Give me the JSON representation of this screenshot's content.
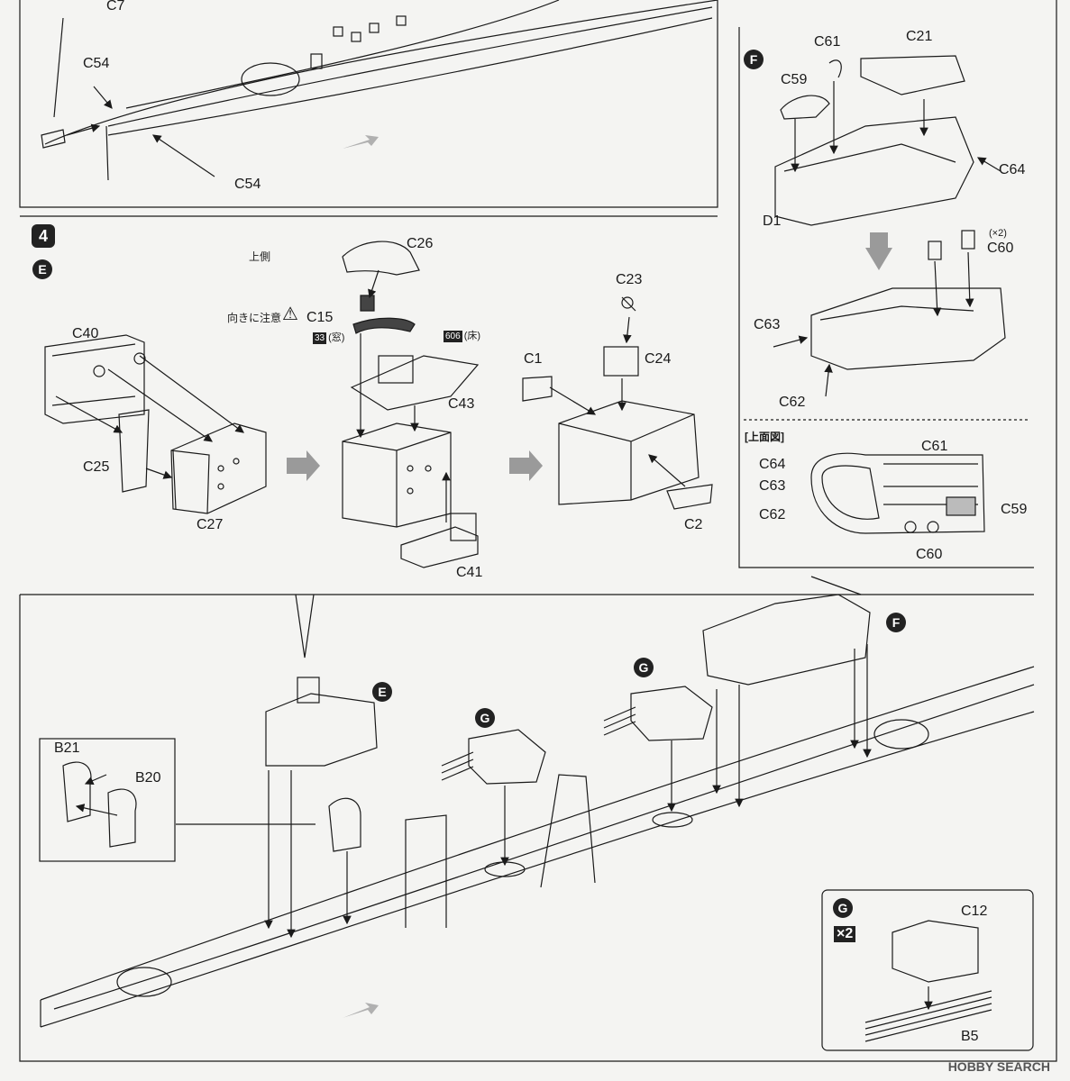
{
  "step_number": "4",
  "subassemblies": {
    "E": "E",
    "F": "F",
    "G": "G"
  },
  "top_labels": {
    "c7": "C7",
    "c54_upper": "C54",
    "c54_lower": "C54"
  },
  "step_e": {
    "upper_side": "上側",
    "caution": "向きに注意",
    "c15": "C15",
    "paint33_code": "33",
    "paint33_note": "(窓)",
    "paint606_code": "606",
    "paint606_note": "(床)",
    "parts": [
      "C40",
      "C25",
      "C27",
      "C26",
      "C43",
      "C41",
      "C23",
      "C24",
      "C1",
      "C2"
    ]
  },
  "step_f": {
    "parts": [
      "C61",
      "C21",
      "C59",
      "C64",
      "D1",
      "C63",
      "C62"
    ],
    "c60": "C60",
    "c60_qty": "(×2)",
    "top_view_title": "[上面図]",
    "top_view_labels": [
      "C64",
      "C63",
      "C62",
      "C61",
      "C59",
      "C60"
    ]
  },
  "main": {
    "b21": "B21",
    "b20": "B20"
  },
  "step_g": {
    "qty": "×2",
    "c12": "C12",
    "b5": "B5"
  },
  "watermark": "HOBBY SEARCH",
  "colors": {
    "ink": "#1a1a1a",
    "paper": "#f4f4f2",
    "arrow": "#9a9a9a"
  }
}
